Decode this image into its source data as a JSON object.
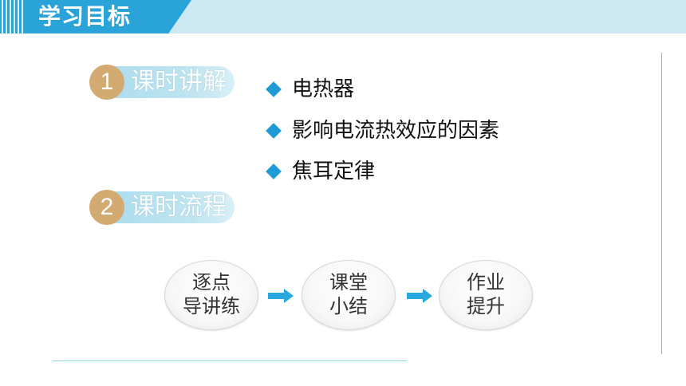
{
  "header": {
    "title": "学习目标"
  },
  "sections": [
    {
      "number": "1",
      "label": "课时讲解"
    },
    {
      "number": "2",
      "label": "课时流程"
    }
  ],
  "bullets": [
    "电热器",
    "影响电流热效应的因素",
    "焦耳定律"
  ],
  "flow": [
    {
      "line1": "逐点",
      "line2": "导讲练"
    },
    {
      "line1": "课堂",
      "line2": "小结"
    },
    {
      "line1": "作业",
      "line2": "提升"
    }
  ],
  "colors": {
    "accent": "#2aa3d8",
    "band": "#cce9f3",
    "badge": "#d2aa72",
    "arrow": "#29a8e0"
  }
}
